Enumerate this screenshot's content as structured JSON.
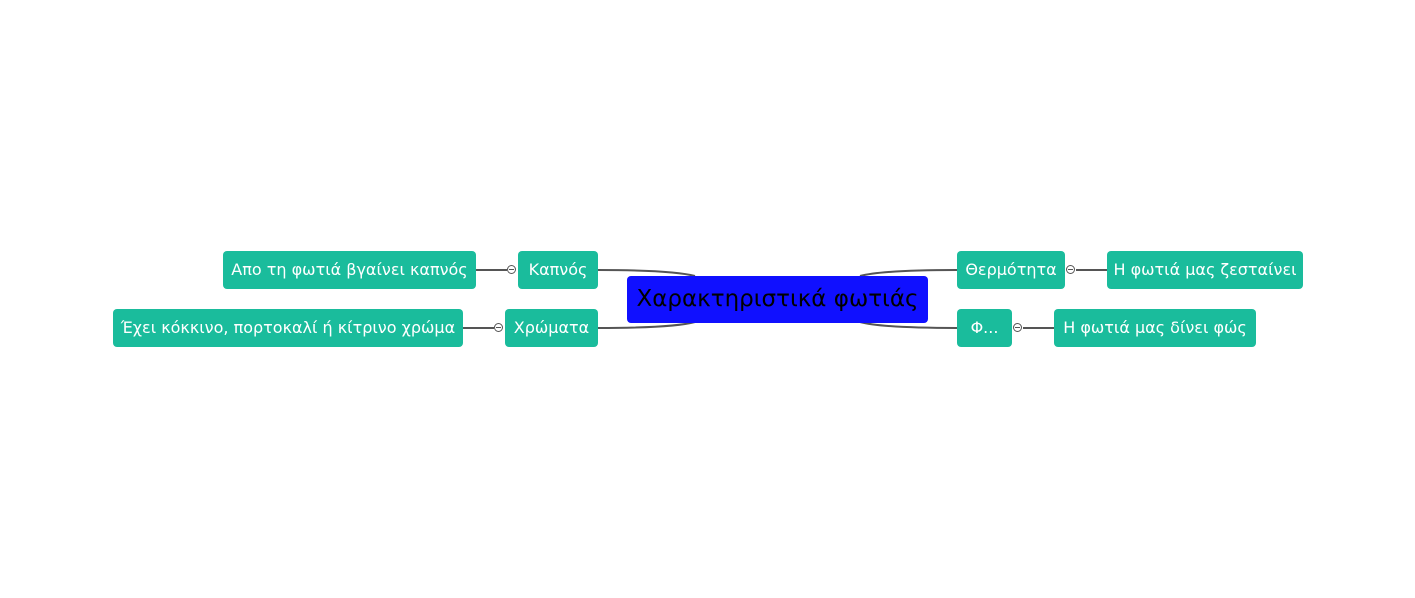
{
  "root": {
    "label": "Χαρακτηριστικά φωτιάς",
    "color": "#1010ff"
  },
  "branch_color": "#1abc9c",
  "left": [
    {
      "label": "Καπνός",
      "child": "Απο τη φωτιά βγαίνει καπνός"
    },
    {
      "label": "Χρώματα",
      "child": "Έχει κόκκινο, πορτοκαλί ή κίτρινο χρώμα"
    }
  ],
  "right": [
    {
      "label": "Θερμότητα",
      "child": "Η φωτιά μας ζεσταίνει"
    },
    {
      "label": "Φ...",
      "child": "Η φωτιά μας δίνει φώς"
    }
  ]
}
